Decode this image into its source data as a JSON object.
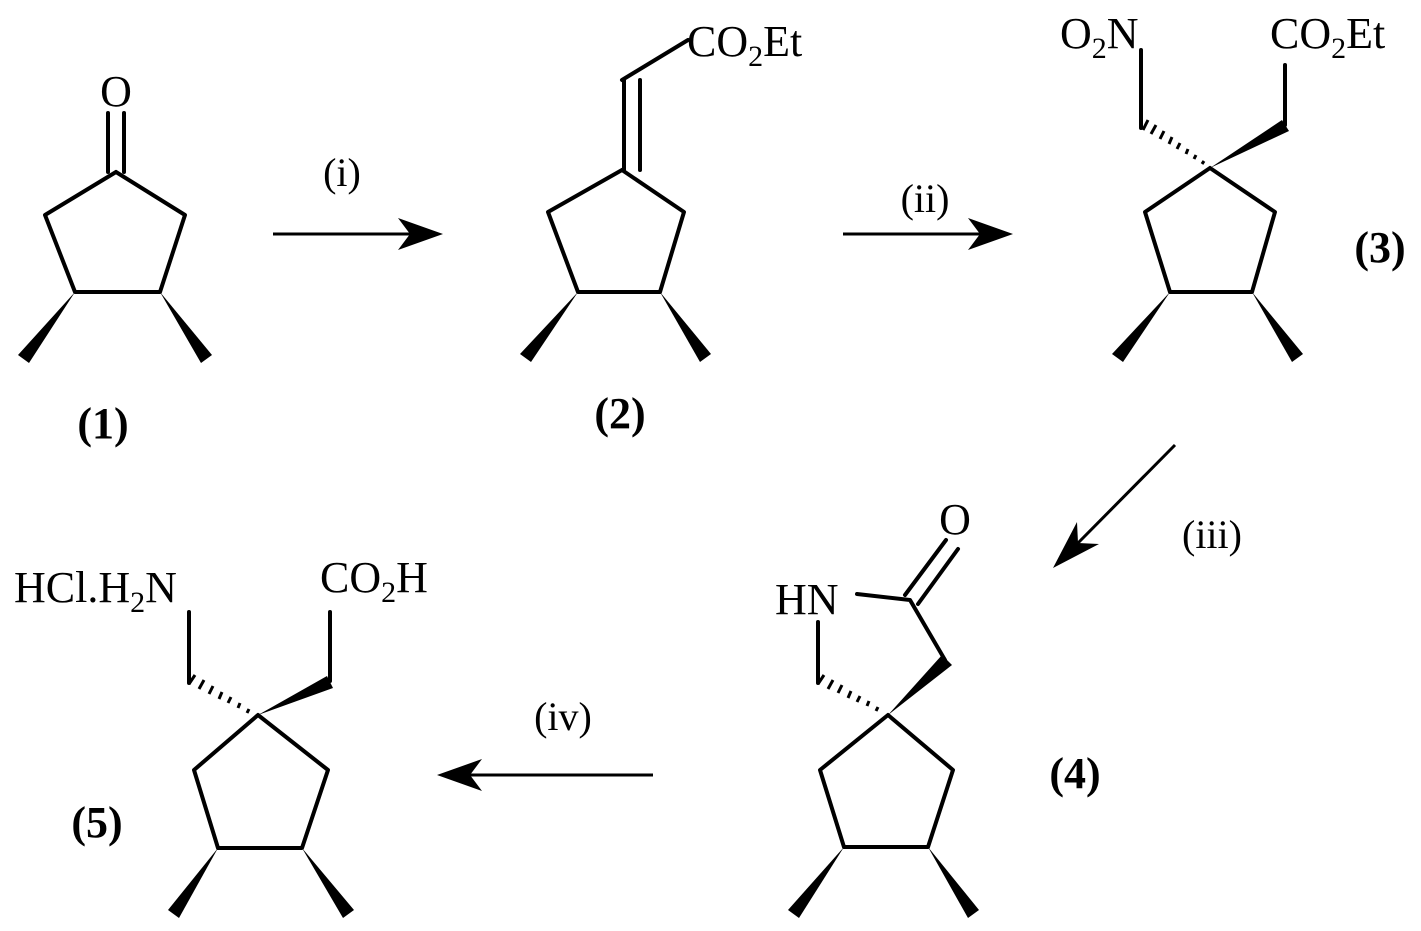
{
  "compounds": [
    {
      "label": "(1)",
      "atoms": {
        "carbonyl_o": "O"
      }
    },
    {
      "label": "(2)",
      "atoms": {
        "ester_main": "CO",
        "ester_sub": "2",
        "ester_tail": "Et"
      }
    },
    {
      "label": "(3)",
      "atoms": {
        "nitro_o": "O",
        "nitro_sub": "2",
        "nitro_n": "N",
        "ester_main": "CO",
        "ester_sub": "2",
        "ester_tail": "Et"
      }
    },
    {
      "label": "(4)",
      "atoms": {
        "carbonyl_o": "O",
        "amide_nh": "HN"
      }
    },
    {
      "label": "(5)",
      "atoms": {
        "amine_pre": "HCl.H",
        "amine_sub": "2",
        "amine_n": "N",
        "acid_main": "CO",
        "acid_sub": "2",
        "acid_tail": "H"
      }
    }
  ],
  "steps": [
    {
      "label": "(i)"
    },
    {
      "label": "(ii)"
    },
    {
      "label": "(iii)"
    },
    {
      "label": "(iv)"
    }
  ]
}
